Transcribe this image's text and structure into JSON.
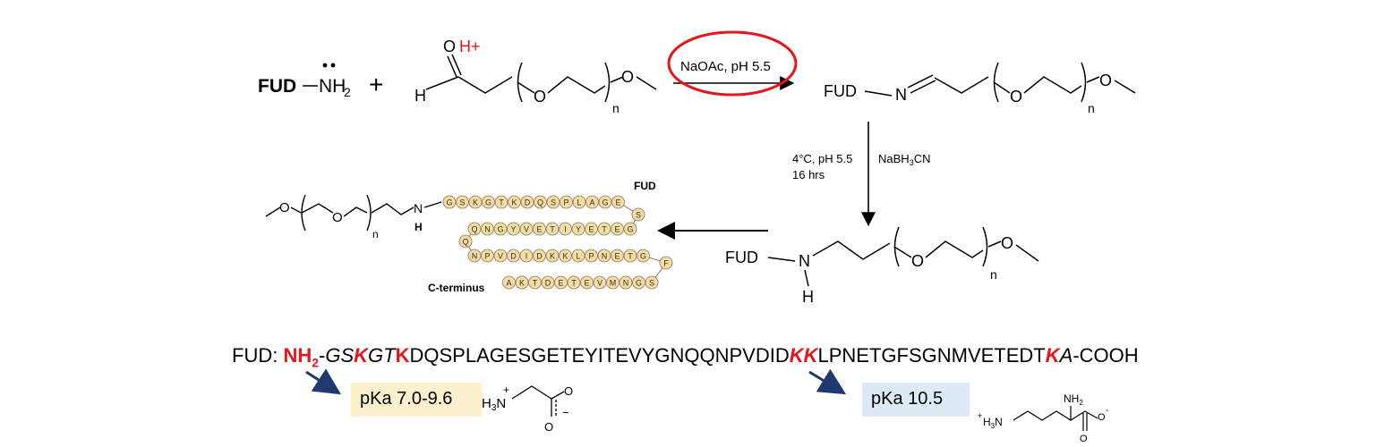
{
  "reaction": {
    "reactant_fud": "FUD",
    "amine_group": "NH",
    "amine_sub": "2",
    "plus_sign": "+",
    "aldehyde_oxygen": "O",
    "protonation": "H+",
    "aldehyde_h": "H",
    "ether_oxygen": "O",
    "repeat_n": "n",
    "step1_conditions": "NaOAc, pH 5.5",
    "imine_fud": "FUD",
    "imine_n": "N",
    "step2_conditions_line1": "4°C, pH 5.5",
    "step2_conditions_line2": "16 hrs",
    "step2_reagent_pre": "NaBH",
    "step2_reagent_sub": "3",
    "step2_reagent_post": "CN",
    "amine_product_fud": "FUD",
    "amine_product_n": "N",
    "amine_product_h": "H",
    "peg_label_fud": "FUD",
    "peg_nh_n": "N",
    "peg_nh_h": "H",
    "c_terminus_label": "C-terminus"
  },
  "peptide_chain": {
    "row1": [
      "G",
      "S",
      "K",
      "G",
      "T",
      "K",
      "D",
      "Q",
      "S",
      "P",
      "L",
      "A",
      "G",
      "E"
    ],
    "turn1": [
      "S"
    ],
    "row2": [
      "G",
      "E",
      "T",
      "E",
      "Y",
      "I",
      "T",
      "E",
      "V",
      "Y",
      "G",
      "N",
      "Q"
    ],
    "turn2": [
      "Q"
    ],
    "row3": [
      "N",
      "P",
      "V",
      "D",
      "I",
      "D",
      "K",
      "K",
      "L",
      "P",
      "N",
      "E",
      "T",
      "G"
    ],
    "turn3": [
      "F"
    ],
    "row4": [
      "S",
      "G",
      "N",
      "M",
      "V",
      "E",
      "T",
      "E",
      "D",
      "T",
      "K",
      "A"
    ]
  },
  "sequence": {
    "prefix": "FUD: ",
    "nh": "NH",
    "nh_sub": "2",
    "dash1": "-",
    "gs": "GS",
    "k1": "K",
    "gt": "GT",
    "k2": "K",
    "mid1": "DQSPLAGESGETEYITEVYGNQQNPVDID",
    "kk": "KK",
    "mid2": "LPNETGFSGNMVETEDT",
    "k3": "K",
    "a": "A",
    "suffix": "-COOH"
  },
  "pka": {
    "n_terminus": "pKa 7.0-9.6",
    "lysine": "pKa 10.5"
  },
  "structures": {
    "glycine_h3n": "H",
    "glycine_h3n_sub": "3",
    "glycine_n": "N",
    "glycine_plus": "+",
    "glycine_o1": "O",
    "glycine_o2": "O",
    "glycine_minus": "−",
    "lysine_plus": "+",
    "lysine_h3n": "H",
    "lysine_h3n_sub": "3",
    "lysine_n": "N",
    "lysine_nh2": "NH",
    "lysine_nh2_sub": "2",
    "lysine_o1": "O",
    "lysine_o2": "O",
    "lysine_minus": "-"
  },
  "colors": {
    "highlight_red": "#e8141b",
    "bead_fill": "#f3dca6",
    "bead_stroke": "#8a7a55",
    "arrow_navy": "#1f3a6e",
    "pka1_bg": "#fdf0cd",
    "pka2_bg": "#dde9f4"
  }
}
